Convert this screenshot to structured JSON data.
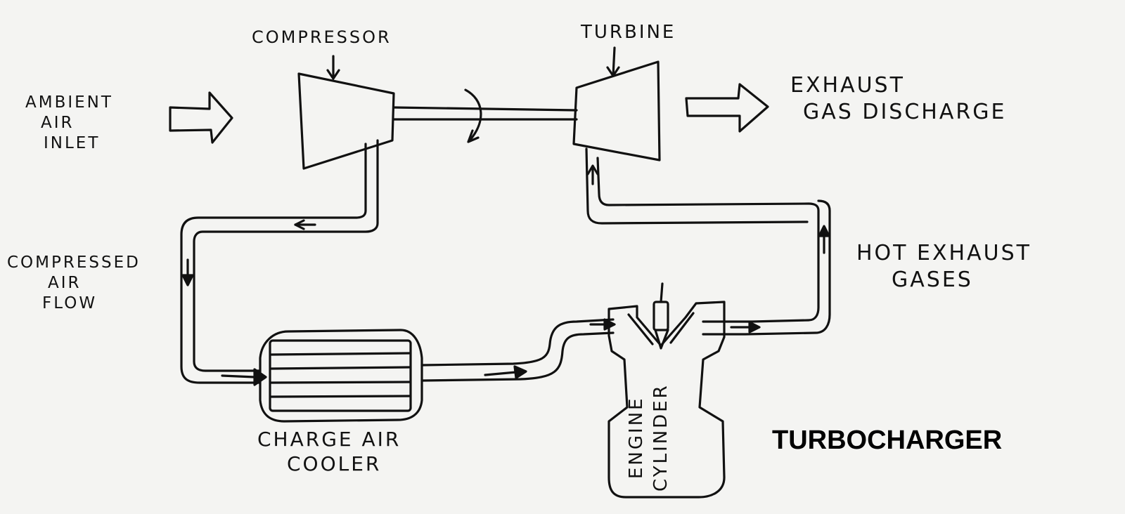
{
  "diagram": {
    "title": "TURBOCHARGER",
    "labels": {
      "compressor": "COMPRESSOR",
      "turbine": "TURBINE",
      "ambient_air_inlet": [
        "AMBIENT",
        "AIR",
        "INLET"
      ],
      "exhaust_gas_discharge": [
        "EXHAUST",
        "GAS DISCHARGE"
      ],
      "compressed_air_flow": [
        "COMPRESSED",
        "AIR",
        "FLOW"
      ],
      "hot_exhaust_gases": [
        "HOT EXHAUST",
        "GASES"
      ],
      "charge_air_cooler": [
        "CHARGE AIR",
        "COOLER"
      ],
      "engine_cylinder": [
        "ENGINE",
        "CYLINDER"
      ]
    },
    "colors": {
      "ink": "#111111",
      "paper": "#f4f4f2"
    }
  }
}
